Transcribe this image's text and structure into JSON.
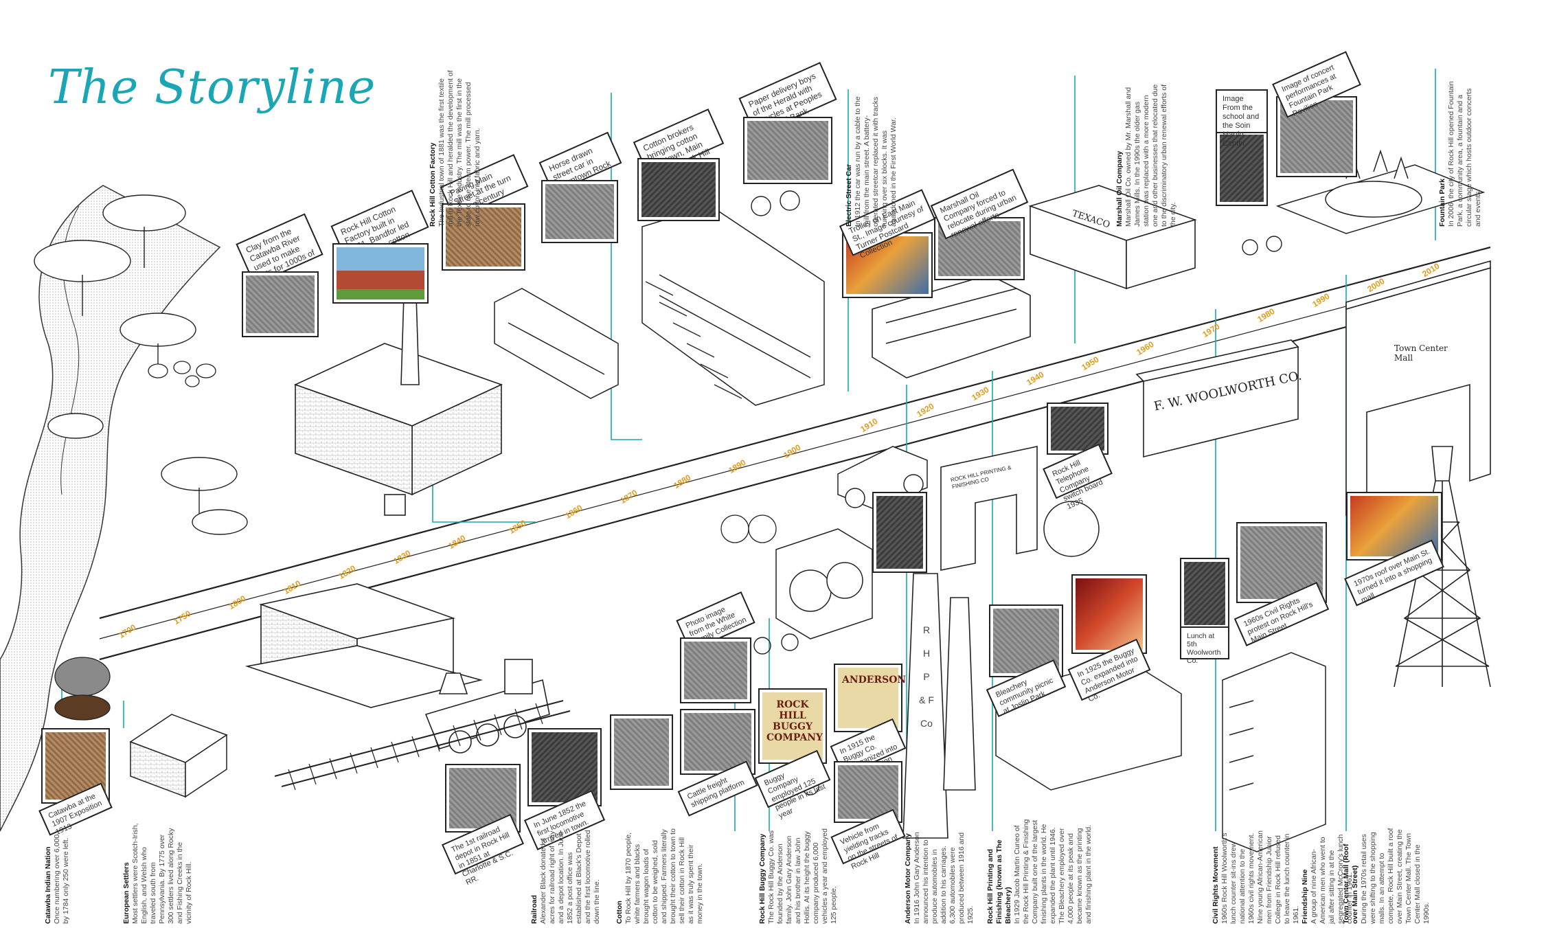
{
  "title": "The Storyline",
  "colors": {
    "accent": "#1aa6b5",
    "year_labels": "#e09c1a",
    "ink": "#222222"
  },
  "years": [
    "1700",
    "1750",
    "1800",
    "1810",
    "1820",
    "1830",
    "1840",
    "1850",
    "1860",
    "1870",
    "1880",
    "1890",
    "1900",
    "1910",
    "1920",
    "1930",
    "1940",
    "1950",
    "1960",
    "1970",
    "1980",
    "1990",
    "2000",
    "2010"
  ],
  "captions": {
    "clay": "Clay from the Catawba River used to make pots for 1000s of years",
    "mill1881": "Rock Hill Cotton Factory built in 1881. Bandfor led the town's cotton industry",
    "main_turn": "Paving Main Street at the turn of the century",
    "horse_streetcar": "Horse drawn street car in downtown Rock Hill",
    "cotton_brokers": "Cotton brokers bringing cotton into town, Main Street, Rock Hill",
    "paper_boy": "Paper delivery boys of the Herald with bicycles at Peoples National Bank",
    "trolley": "Trolley on East Main St., Image courtesy of Turner Postcard Collection",
    "marshall": "Marshall Oil Company forced to relocate during urban renewal efforts",
    "school_soin": "Image From the school and the Soin Martin Center",
    "fountain_image": "Image of concert performances at Fountain Park Pavilion",
    "catawba_expo": "Catawba at the 1907 Exposition 1913",
    "depot": "The 1st railroad depot in Rock Hill in 1851 at Charlotte & S.C. RR.",
    "june1852": "In June 1852 the first locomotive arrived in town.",
    "white_family": "Photo image from the White Family Collection",
    "cattle": "Cattle freight shipping platform",
    "buggy_emp": "Buggy Company employed 125 people in its last year",
    "anderson_car": "In 1915 the Buggy Co. reorganized into the Anderson Motor Co.",
    "wheels": "Vehicle from yielding tracks on the streets of Rock Hill",
    "bleachery": "Bleachery community picnic at Joslin Park",
    "buggy1925": "In 1925 the Buggy Co. expanded into Anderson Motor Co.",
    "telephone": "Rock Hill Telephone Company switch board 1935",
    "lunch": "Lunch at 5th Woolworth Co.",
    "civil_rights": "1960s Civil Rights protest on Rock Hill's Main Street",
    "mall": "1970s roof over Main St. turned it into a shopping mall"
  },
  "notes": {
    "catawba": {
      "head": "Catawba Indian Nation",
      "body": "Once numbering over 6,000 by 1784 only 250 were left."
    },
    "european": {
      "head": "European Settlers",
      "body": "Most settlers were Scotch-Irish, English, and Welsh who traveled south from Pennsylvania. By 1775 over 300 settlers lived along Rocky and Fishing Creeks in the vicinity of Rock Hill."
    },
    "railroad": {
      "head": "Railroad",
      "body": "Alexander Black donated 4 acres for railroad right of way and a depot location. In June 1852 a post office was established at Black's Depot and the first locomotive rolled down the line."
    },
    "cotton": {
      "head": "Cotton",
      "body": "To Rock Hill by 1870 people, white farmers and blacks brought wagon loads of cotton to be weighed, sold and shipped. Farmers literally brought their cotton to town to sell their cotton in Rock Hill as it was truly spent their money in the town."
    },
    "buggy": {
      "head": "Rock Hill Buggy Company",
      "body": "The Rock Hill Buggy Co. was founded by the Anderson family. John Gary Anderson and his brother in law John Hollis. At its height the buggy company produced 6,000 vehicles a year and employed 125 people."
    },
    "cotton_factory": {
      "head": "Rock Hill Cotton Factory",
      "body": "The Industrial town of 1881 was the first textile mill in Rock Hill and heralded the development of the Textile industry. The mill was the first in the state to use steam power. The mill processed raw cotton into fabric and yarn."
    },
    "anderson": {
      "head": "Anderson Motor Company",
      "body": "In 1916 John Gary Anderson announced his intention to produce automobiles in addition to his carriages. 6,300 automobiles were produced between 1916 and 1925."
    },
    "electric": {
      "head": "Electric Street Car",
      "body": "In 1912 the car was run by a cable to the mill from the main street. A battery-operated streetcar replaced it with tracks running over six blocks. It was abandoned in the First World War."
    },
    "printing": {
      "head": "Rock Hill Printing and Finishing (known as The Bleachery)",
      "body": "In 1929 Jacob Martin Cuneo of the Rock Hill Printing & Finishing Company built one of the largest finishing plants in the world. He expanded the plant until 1946. The Bleachery employed over 4,000 people at its peak and became known as the printing and finishing plant in the world."
    },
    "marshall": {
      "head": "Marshall Oil Company",
      "body": "Marshall Oil Co. owned by Mr. Marshall and James Mills. In the 1990s the older gas station was replaced with a more modern one and other businesses that relocated due to the discriminatory urban renewal efforts of the city."
    },
    "civil": {
      "head": "Civil Rights Movement",
      "body": "1960s Rock Hill Woolworth's lunch counter sit-ins drew national attention to the 1960s civil rights movement. Nine young African-American men from Friendship Junior College in Rock Hill refused to leave the lunch counter in 1961."
    },
    "friendship": {
      "head": "Friendship Nine",
      "body": "A group of nine African-American men who went to jail after sitting in at the segregated McCrory's lunch counter in 1961."
    },
    "town_center": {
      "head": "Town Center Mall (Roof over Main Street)",
      "body": "During the 1970s retail uses were shifting to the shopping malls. In an attempt to compete, Rock Hill built a roof over Main Street, creating the Town Center Mall. The Town Center Mall closed in the 1990s."
    },
    "fountain": {
      "head": "Fountain Park",
      "body": "In 2006, the city of Rock Hill opened Fountain Park, a community area, a fountain and a circular stage which hosts outdoor concerts and events."
    }
  },
  "signage": {
    "woolworth": "F. W. WOOLWORTH CO.",
    "texaco": "TEXACO",
    "town_center_sign": "Town Center Mall",
    "buggy_cover": "ROCK HILL BUGGY COMPANY",
    "anderson_cover": "ANDERSON",
    "bleachery_arch": "ROCK HILL PRINTING & FINISHING CO",
    "stack_letters": "R H P & F Co"
  }
}
